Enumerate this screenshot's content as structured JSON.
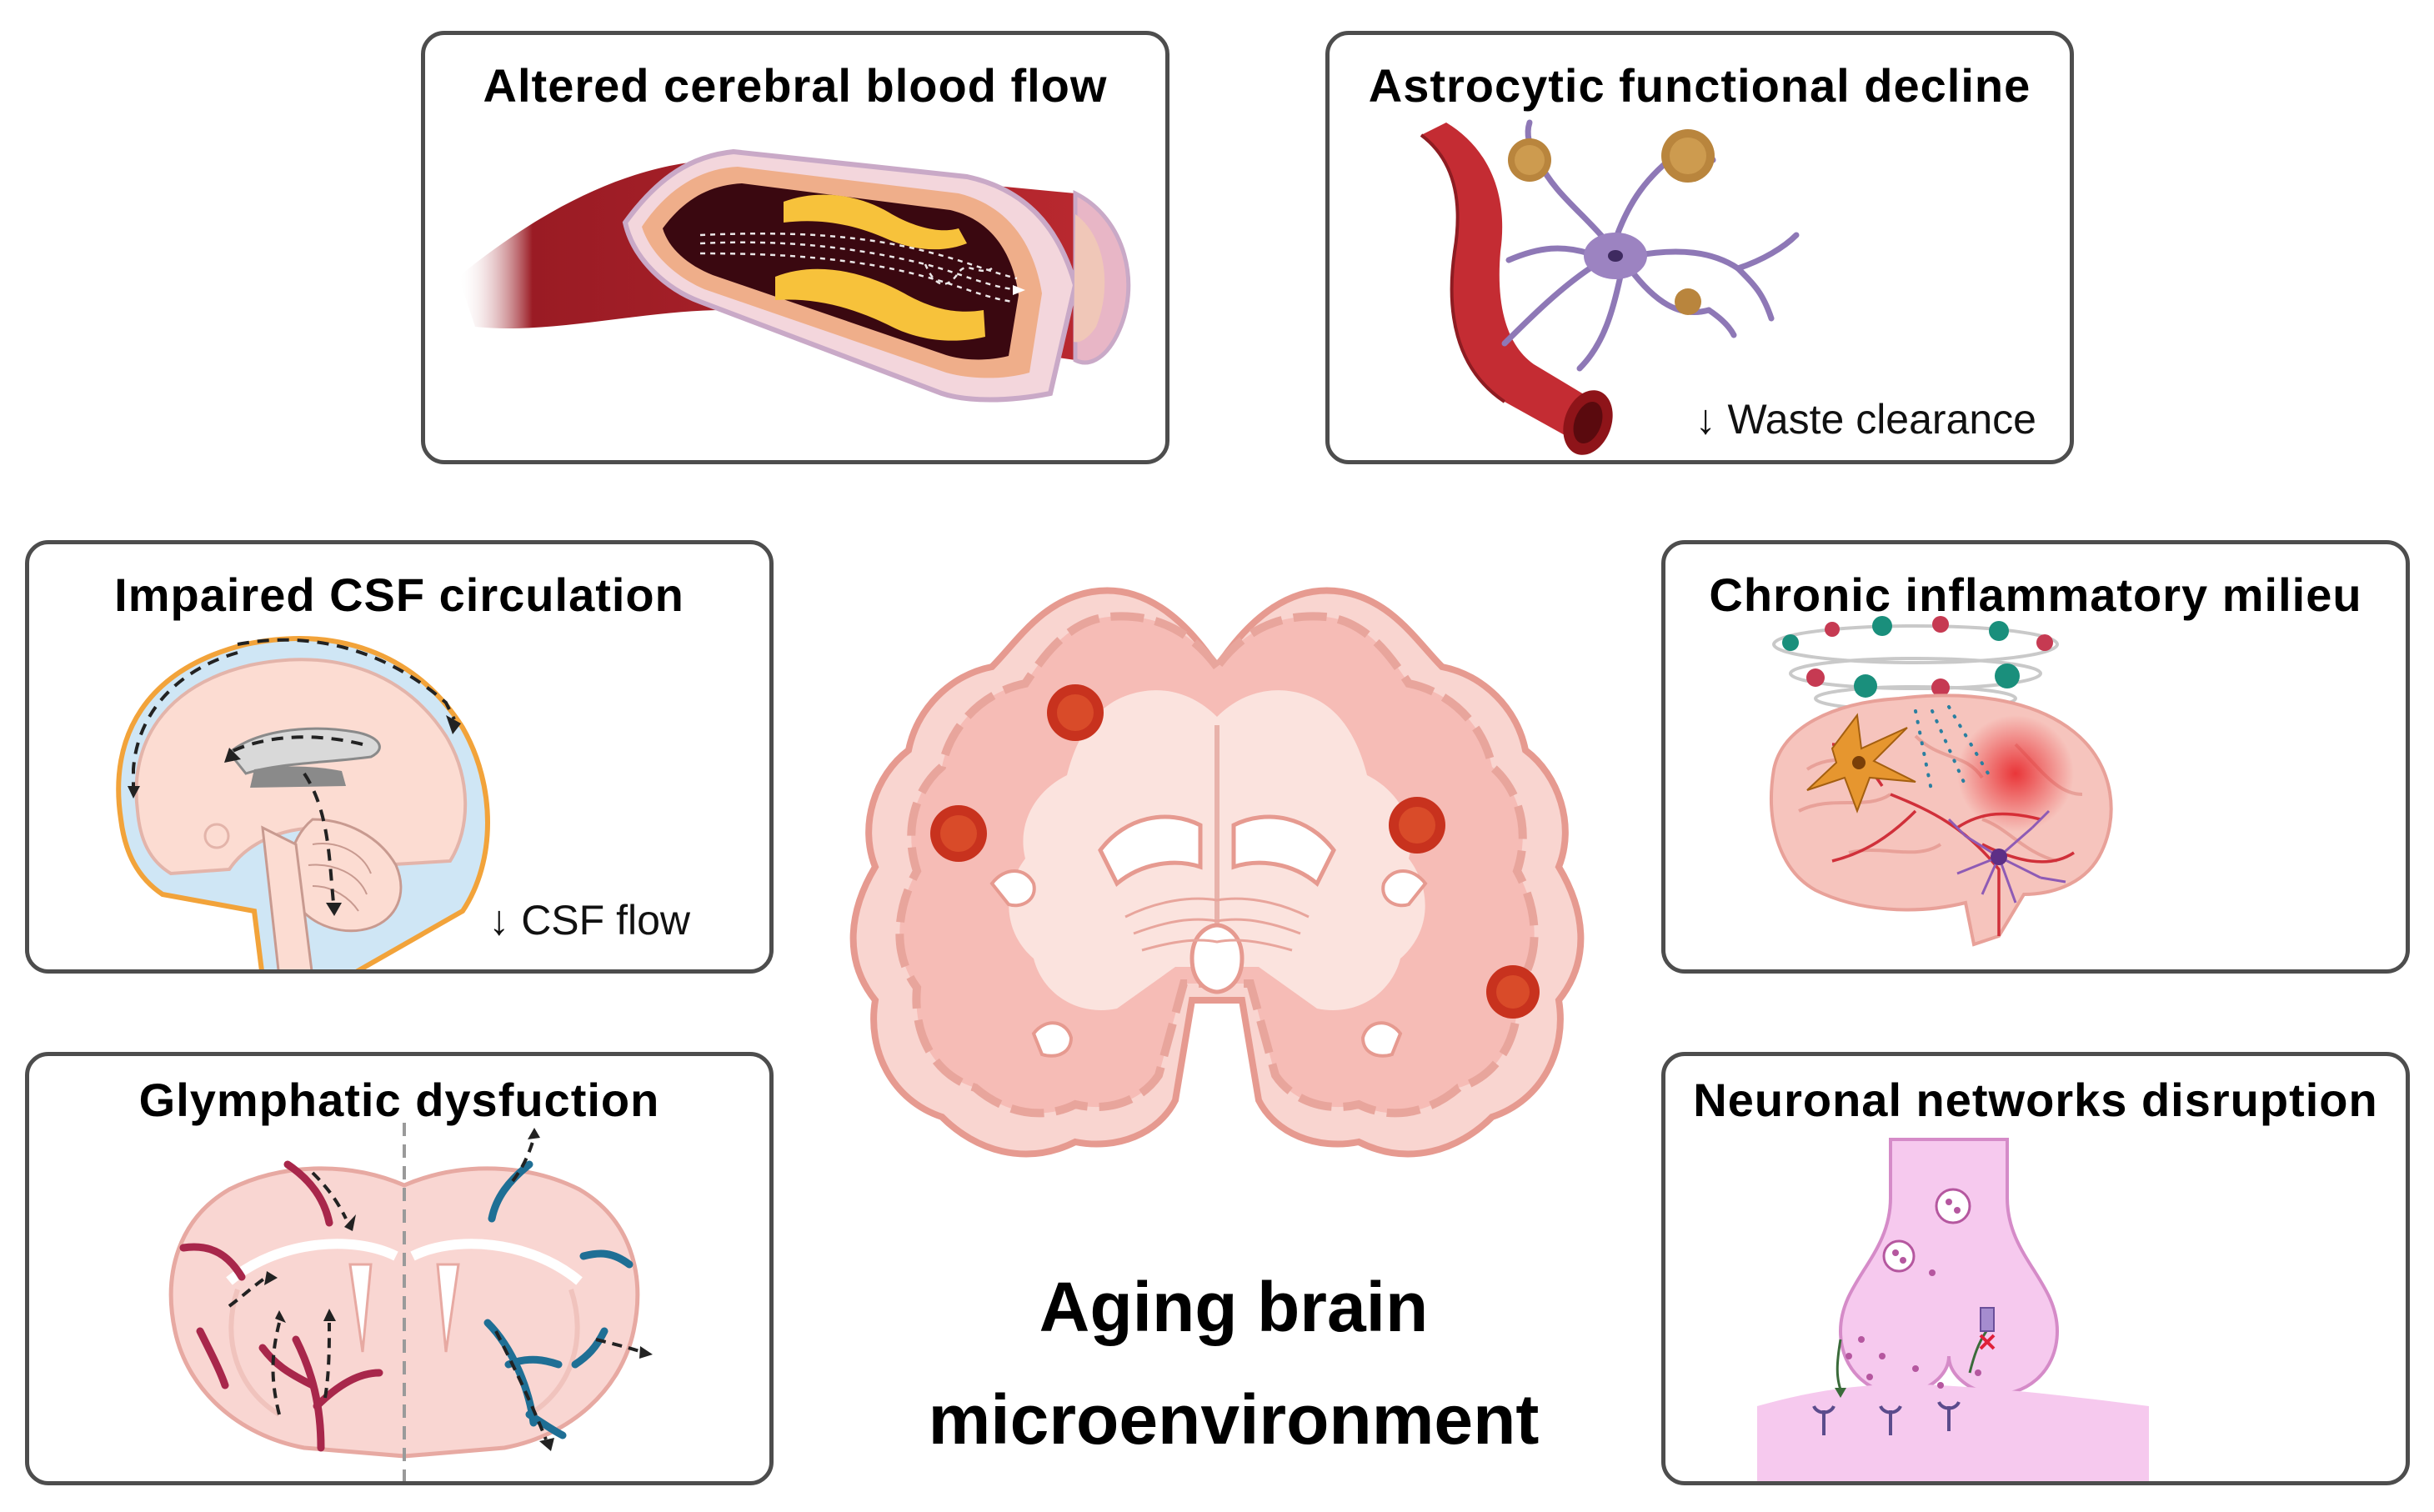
{
  "panels": {
    "blood_flow": {
      "title": "Altered cerebral blood flow"
    },
    "astrocytic": {
      "title": "Astrocytic functional decline",
      "note": "↓ Waste clearance"
    },
    "csf": {
      "title": "Impaired CSF circulation",
      "note": "↓ CSF flow"
    },
    "inflammatory": {
      "title": "Chronic inflammatory milieu"
    },
    "glymphatic": {
      "title": "Glymphatic dysfuction"
    },
    "neuronal": {
      "title": "Neuronal networks disruption"
    }
  },
  "center": {
    "line1": "Aging brain",
    "line2": "microenvironment"
  },
  "colors": {
    "vessel_red": "#b3202c",
    "plaque_yellow": "#f5bf3a",
    "astro_purple": "#8e78b6",
    "tissue_pink": "#f7c4c0",
    "csf_blue": "#cfe6f5",
    "vein_blue": "#1f6f95",
    "artery_crimson": "#a8274b",
    "synapse_pink": "#f6c9ee",
    "amyloid_red": "#c8321e"
  },
  "icons": [
    "blood-vessel-icon",
    "astrocyte-icon",
    "sagittal-brain-icon",
    "inflamed-brain-icon",
    "coronal-brain-icon",
    "mouse-brain-icon",
    "synapse-icon",
    "amyloid-plaque-icon"
  ]
}
